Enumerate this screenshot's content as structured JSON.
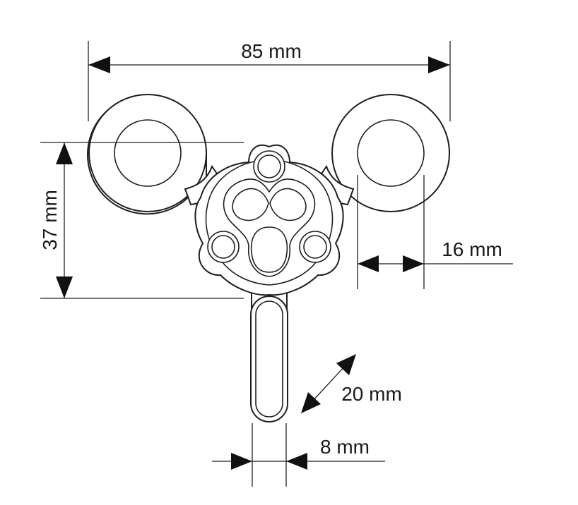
{
  "dimensions": {
    "width_label": "85 mm",
    "height_label": "37 mm",
    "ring_hole_label": "16 mm",
    "handle_length_label": "20 mm",
    "handle_width_label": "8 mm"
  },
  "colors": {
    "line": "#1f1f1f",
    "background": "#ffffff"
  }
}
